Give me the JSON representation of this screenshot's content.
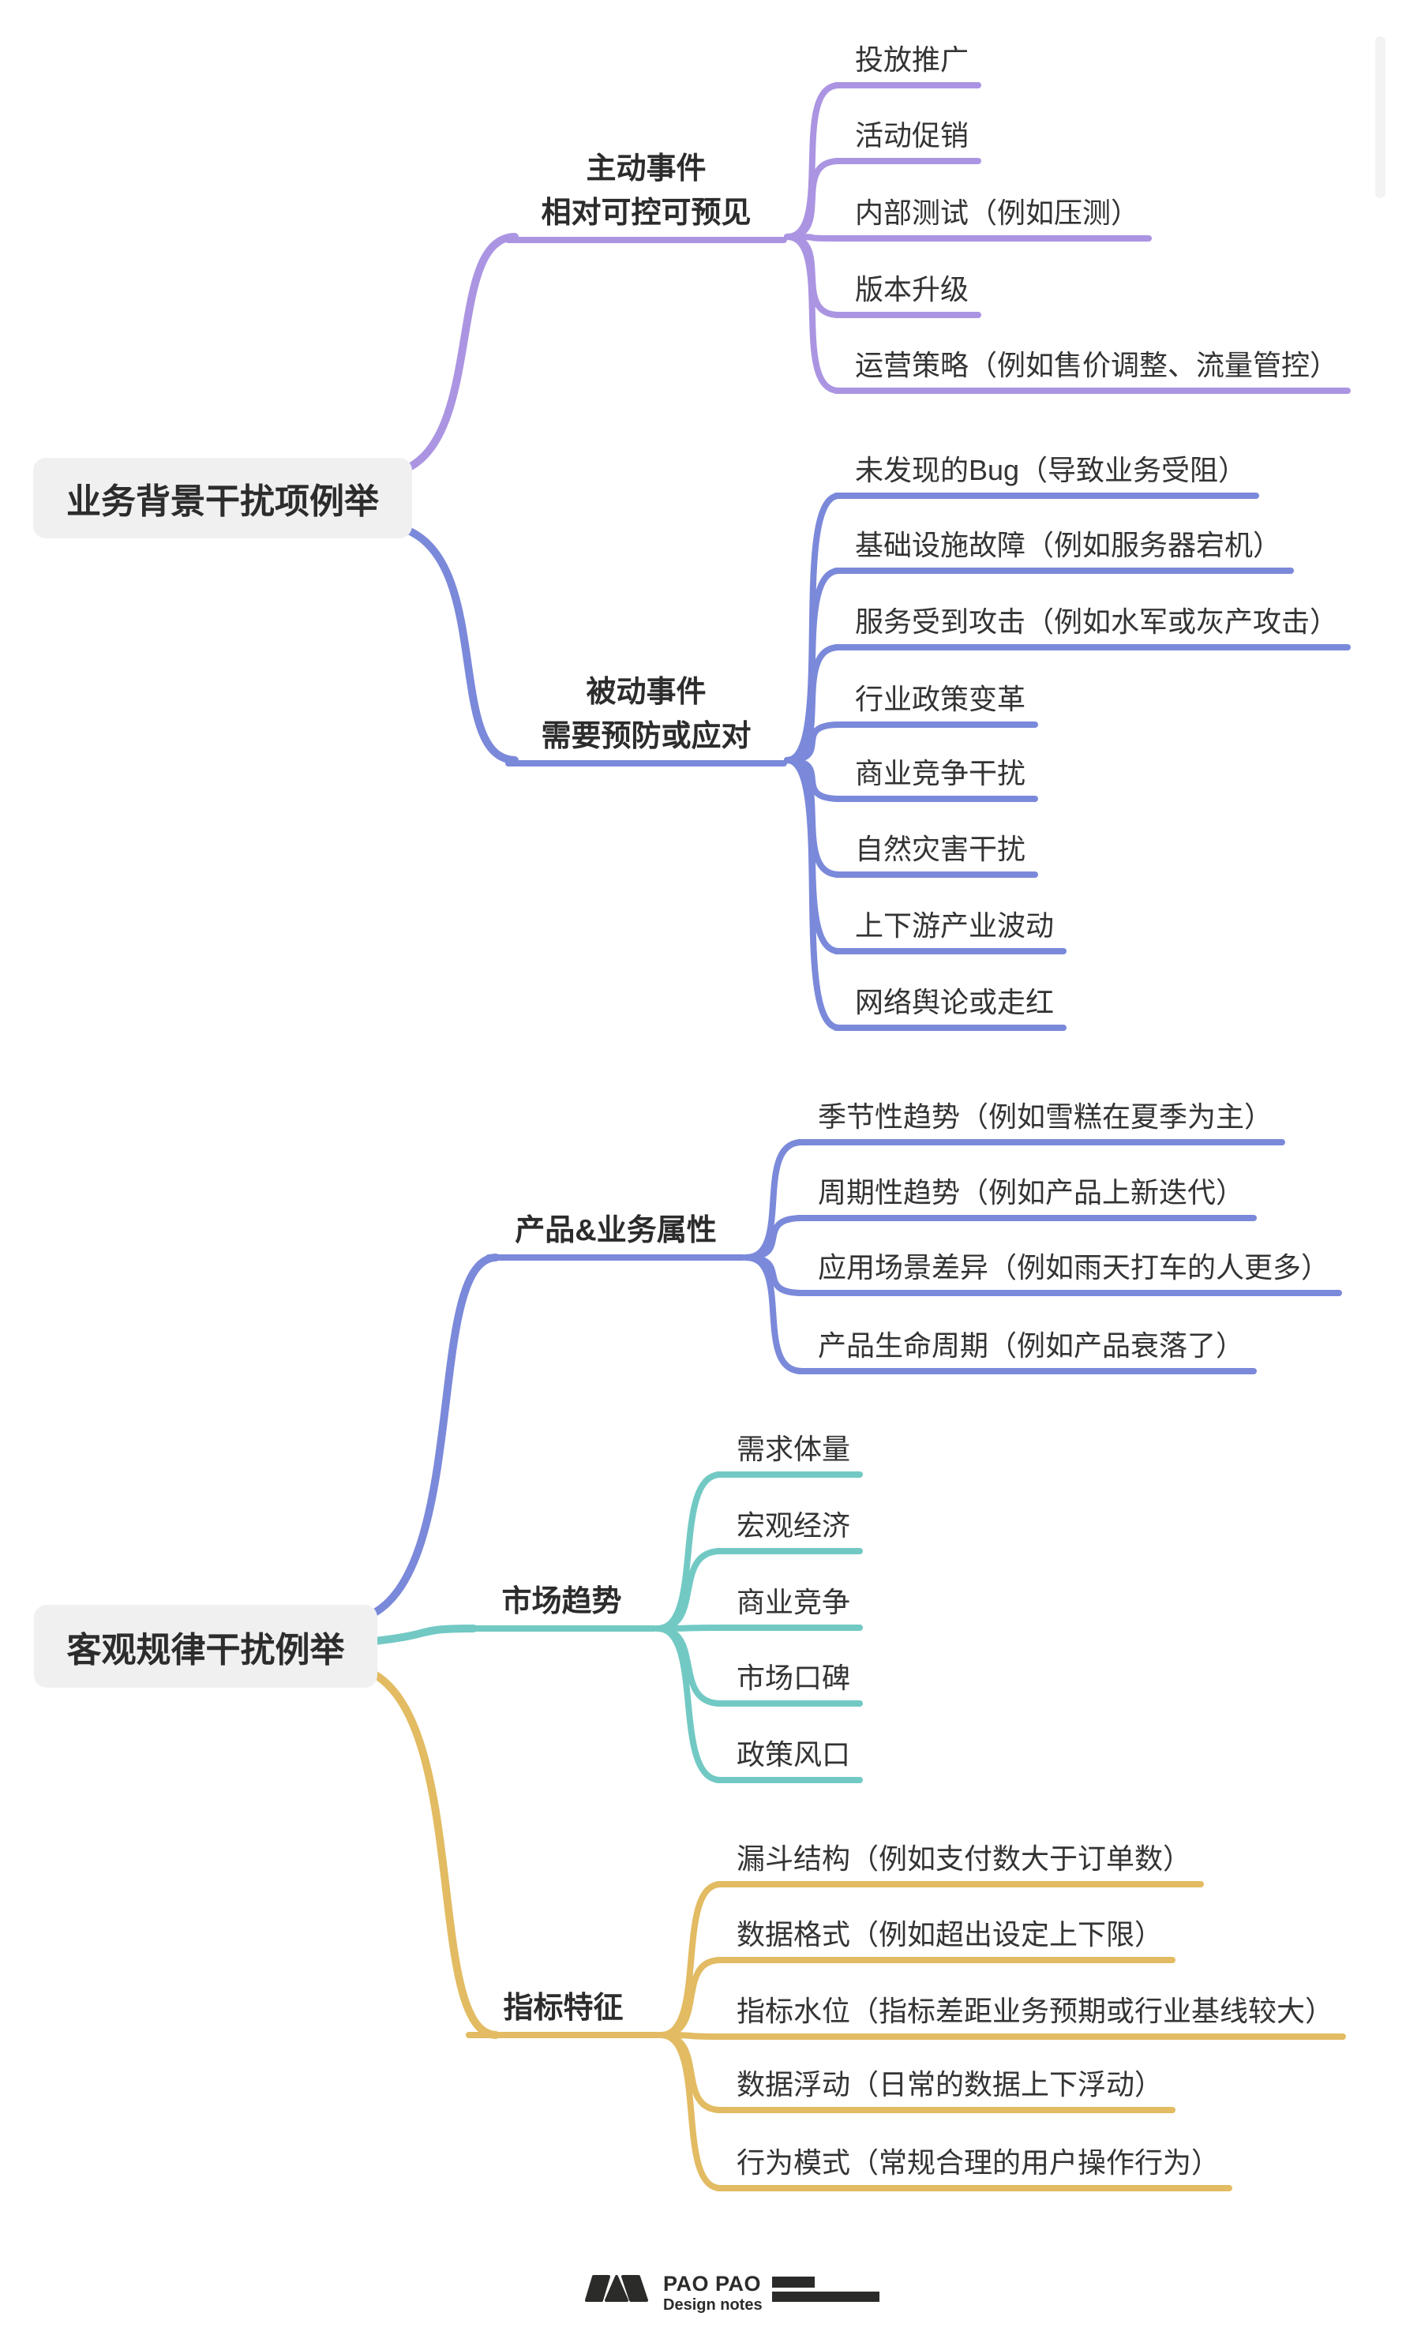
{
  "colors": {
    "active_branch": "#ab95e2",
    "passive_branch": "#7b89da",
    "product_branch": "#7b89da",
    "market_branch": "#72c9c4",
    "metric_branch": "#e2bb62",
    "root_background": "#f0f0f1",
    "text": "#313131",
    "logo_dark": "#2b2b29"
  },
  "maps": [
    {
      "root": {
        "label": "业务背景干扰项例举"
      },
      "branches": [
        {
          "label_lines": [
            "主动事件",
            "相对可控可预见"
          ],
          "children": [
            "投放推广",
            "活动促销",
            "内部测试（例如压测）",
            "版本升级",
            "运营策略（例如售价调整、流量管控）"
          ]
        },
        {
          "label_lines": [
            "被动事件",
            "需要预防或应对"
          ],
          "children": [
            "未发现的Bug（导致业务受阻）",
            "基础设施故障（例如服务器宕机）",
            "服务受到攻击（例如水军或灰产攻击）",
            "行业政策变革",
            "商业竞争干扰",
            "自然灾害干扰",
            "上下游产业波动",
            "网络舆论或走红"
          ]
        }
      ]
    },
    {
      "root": {
        "label": "客观规律干扰例举"
      },
      "branches": [
        {
          "label_lines": [
            "产品&业务属性"
          ],
          "children": [
            "季节性趋势（例如雪糕在夏季为主）",
            "周期性趋势（例如产品上新迭代）",
            "应用场景差异（例如雨天打车的人更多）",
            "产品生命周期（例如产品衰落了）"
          ]
        },
        {
          "label_lines": [
            "市场趋势"
          ],
          "children": [
            "需求体量",
            "宏观经济",
            "商业竞争",
            "市场口碑",
            "政策风口"
          ]
        },
        {
          "label_lines": [
            "指标特征"
          ],
          "children": [
            "漏斗结构（例如支付数大于订单数）",
            "数据格式（例如超出设定上下限）",
            "指标水位（指标差距业务预期或行业基线较大）",
            "数据浮动（日常的数据上下浮动）",
            "行为模式（常规合理的用户操作行为）"
          ]
        }
      ]
    }
  ],
  "footer": {
    "logo_title": "PAO PAO",
    "logo_subtitle": "Design notes"
  }
}
